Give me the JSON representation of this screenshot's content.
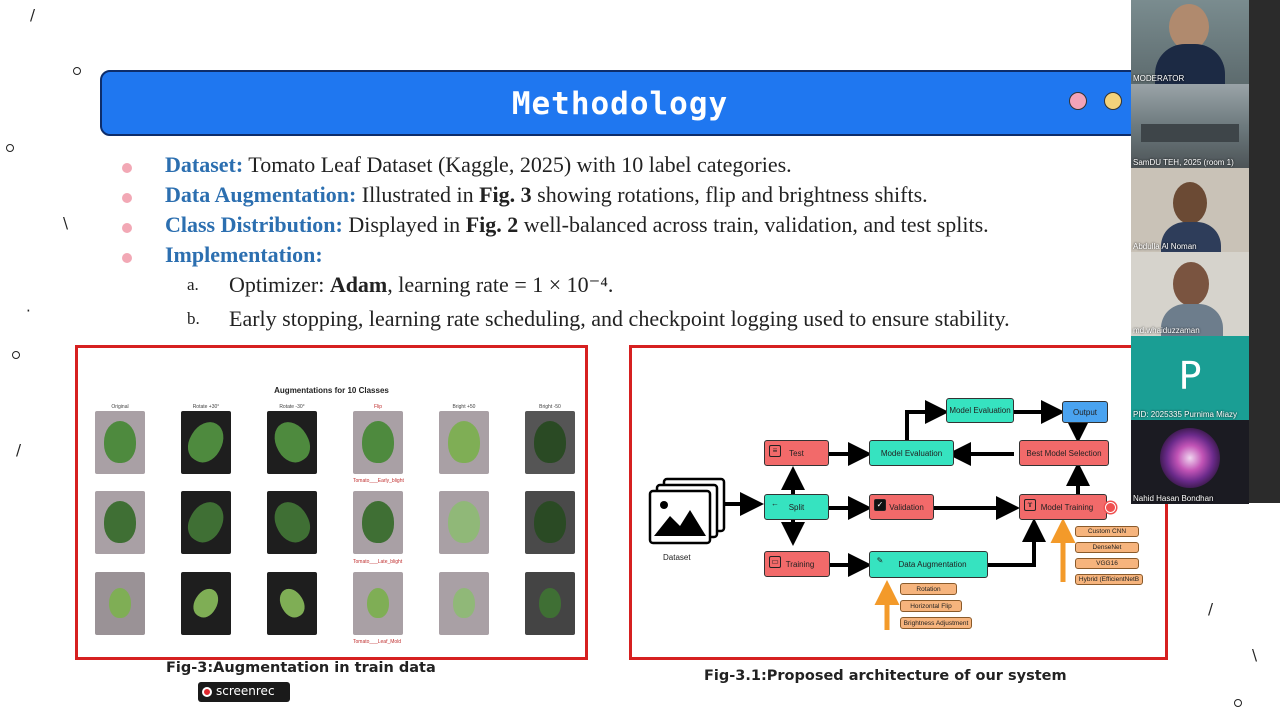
{
  "slide": {
    "title": "Methodology",
    "bullets": [
      {
        "label": "Dataset:",
        "text": " Tomato Leaf Dataset (Kaggle, 2025) with 10 label categories."
      },
      {
        "label": "Data Augmentation:",
        "text_pre": " Illustrated in ",
        "bold": "Fig. 3",
        "text_post": " showing rotations, flip and brightness shifts."
      },
      {
        "label": "Class Distribution:",
        "text_pre": " Displayed in ",
        "bold": "Fig. 2",
        "text_post": " well-balanced across train, validation, and test splits."
      },
      {
        "label": "Implementation:"
      }
    ],
    "sub_items": [
      {
        "letter": "a.",
        "text_pre": "Optimizer: ",
        "bold": "Adam",
        "text_post": ", learning rate = 1 × 10⁻⁴."
      },
      {
        "letter": "b.",
        "text": "Early stopping, learning rate scheduling, and checkpoint logging used to ensure stability."
      }
    ]
  },
  "fig_left": {
    "title": "Augmentations for 10 Classes",
    "columns": [
      "Original",
      "Rotate +30°",
      "Rotate -30°",
      "Flip",
      "Bright +50",
      "Bright -50"
    ],
    "row_labels": [
      "Tomato___Early_blight",
      "Tomato___Late_blight",
      "Tomato___Leaf_Mold"
    ],
    "caption": "Fig-3:Augmentation in train data"
  },
  "fig_right": {
    "dataset_label": "Dataset",
    "nodes": {
      "test": "Test",
      "split": "Split",
      "training": "Training",
      "model_eval_top": "Model Evaluation",
      "model_eval": "Model Evaluation",
      "output": "Output",
      "best_model": "Best Model Selection",
      "validation": "Validation",
      "model_training": "Model Training",
      "data_aug": "Data Augmentation"
    },
    "aug_options": [
      "Rotation",
      "Horizontal Flip",
      "Brightness Adjustment"
    ],
    "models": [
      "Custom CNN",
      "DenseNet",
      "VGG16",
      "Hybrid (EfficientNetB"
    ],
    "caption": "Fig-3.1:Proposed architecture of our system"
  },
  "participants": [
    {
      "name": "MODERATOR"
    },
    {
      "name": "SamDU TEH, 2025 (room 1)"
    },
    {
      "name": "Abdulla Al Noman"
    },
    {
      "name": "md.whaiduzzaman"
    },
    {
      "name": "PID: 2025335 Purnima Miazy",
      "initial": "P"
    },
    {
      "name": "Nahid Hasan Bondhan"
    }
  ],
  "recorder": {
    "label": "screenrec"
  },
  "colors": {
    "title_bar": "#1f77f0",
    "accent_text": "#2c6fb0",
    "fig_border": "#d62020",
    "participant_p_tile": "#1a9e94"
  }
}
